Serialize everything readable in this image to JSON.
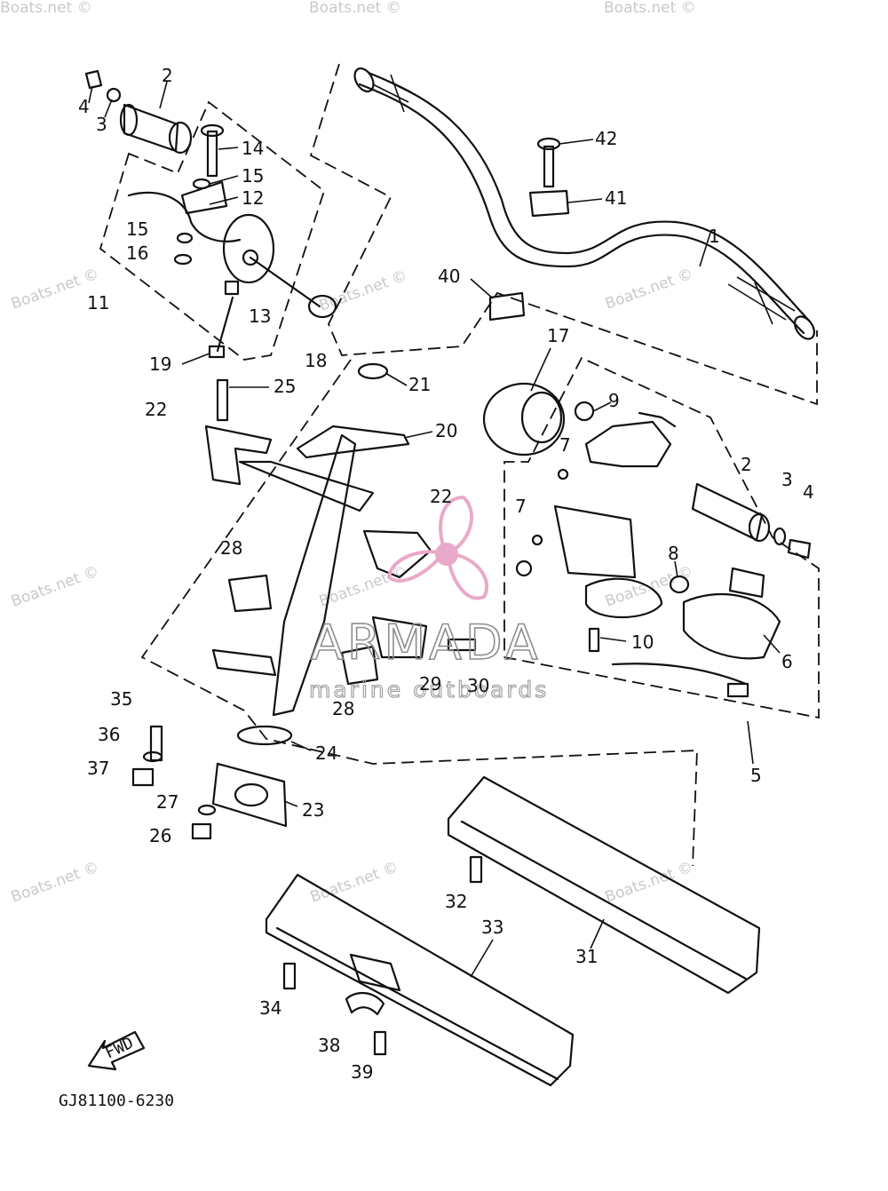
{
  "diagram_code": "GJ81100-6230",
  "fwd_label": "FWD",
  "watermark_text": "Boats.net ©",
  "brand": {
    "name": "ARMADA",
    "tagline": "marine outboards",
    "logo_color": "#e9a9c8"
  },
  "callouts": [
    {
      "id": "c1",
      "label": "1"
    },
    {
      "id": "c2a",
      "label": "2"
    },
    {
      "id": "c2b",
      "label": "2"
    },
    {
      "id": "c3a",
      "label": "3"
    },
    {
      "id": "c3b",
      "label": "3"
    },
    {
      "id": "c4a",
      "label": "4"
    },
    {
      "id": "c4b",
      "label": "4"
    },
    {
      "id": "c5",
      "label": "5"
    },
    {
      "id": "c6",
      "label": "6"
    },
    {
      "id": "c7a",
      "label": "7"
    },
    {
      "id": "c7b",
      "label": "7"
    },
    {
      "id": "c8",
      "label": "8"
    },
    {
      "id": "c9",
      "label": "9"
    },
    {
      "id": "c10",
      "label": "10"
    },
    {
      "id": "c11",
      "label": "11"
    },
    {
      "id": "c12",
      "label": "12"
    },
    {
      "id": "c13",
      "label": "13"
    },
    {
      "id": "c14",
      "label": "14"
    },
    {
      "id": "c15a",
      "label": "15"
    },
    {
      "id": "c15b",
      "label": "15"
    },
    {
      "id": "c16",
      "label": "16"
    },
    {
      "id": "c17",
      "label": "17"
    },
    {
      "id": "c18",
      "label": "18"
    },
    {
      "id": "c19",
      "label": "19"
    },
    {
      "id": "c20",
      "label": "20"
    },
    {
      "id": "c21",
      "label": "21"
    },
    {
      "id": "c22a",
      "label": "22"
    },
    {
      "id": "c22b",
      "label": "22"
    },
    {
      "id": "c23",
      "label": "23"
    },
    {
      "id": "c24",
      "label": "24"
    },
    {
      "id": "c25",
      "label": "25"
    },
    {
      "id": "c26",
      "label": "26"
    },
    {
      "id": "c27",
      "label": "27"
    },
    {
      "id": "c28a",
      "label": "28"
    },
    {
      "id": "c28b",
      "label": "28"
    },
    {
      "id": "c29",
      "label": "29"
    },
    {
      "id": "c30",
      "label": "30"
    },
    {
      "id": "c31",
      "label": "31"
    },
    {
      "id": "c32",
      "label": "32"
    },
    {
      "id": "c33",
      "label": "33"
    },
    {
      "id": "c34",
      "label": "34"
    },
    {
      "id": "c35",
      "label": "35"
    },
    {
      "id": "c36",
      "label": "36"
    },
    {
      "id": "c37",
      "label": "37"
    },
    {
      "id": "c38",
      "label": "38"
    },
    {
      "id": "c39",
      "label": "39"
    },
    {
      "id": "c40",
      "label": "40"
    },
    {
      "id": "c41",
      "label": "41"
    },
    {
      "id": "c42",
      "label": "42"
    }
  ]
}
